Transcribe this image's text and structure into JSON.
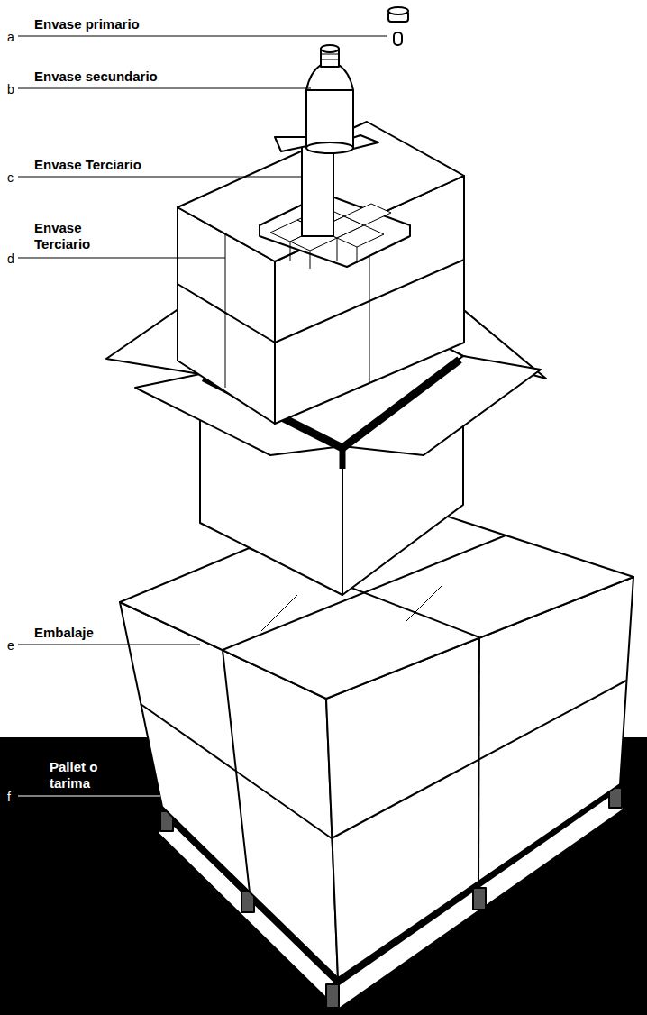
{
  "diagram": {
    "labels": [
      "Envase primario",
      "a",
      "Envase secundario",
      "b",
      "Envase Terciario",
      "c",
      "Envase Terciario",
      "d",
      "Embalaje",
      "e",
      "Pallet o tarima",
      "f"
    ]
  }
}
